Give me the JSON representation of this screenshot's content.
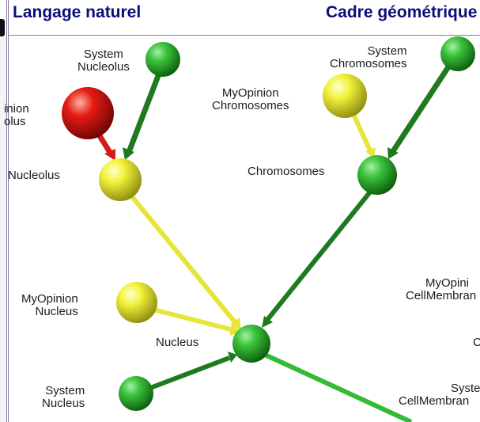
{
  "header": {
    "left_title": "Langage naturel",
    "right_title": "Cadre géométrique"
  },
  "colors": {
    "node_green": "#1faa1f",
    "node_yellow": "#f0f020",
    "node_red": "#e01010",
    "arrow_dark_green": "#1f7a1f",
    "arrow_light_green": "#33bb33",
    "arrow_yellow": "#e6e63a",
    "arrow_red": "#d41a1a",
    "title_blue": "#0d0d7a"
  },
  "labels": {
    "system_nucleolus": [
      "System",
      "Nucleolus"
    ],
    "opinion_nucleolus_partial": [
      "inion",
      "olus"
    ],
    "nucleolus": "Nucleolus",
    "myopinion_nucleus": [
      "MyOpinion",
      "Nucleus"
    ],
    "nucleus": "Nucleus",
    "system_nucleus": [
      "System",
      "Nucleus"
    ],
    "system_chromosomes": [
      "System",
      "Chromosomes"
    ],
    "myopinion_chromosomes": [
      "MyOpinion",
      "Chromosomes"
    ],
    "chromosomes": "Chromosomes",
    "myopinion_cellmembrane_partial": [
      "MyOpini",
      "CellMembran"
    ],
    "cell_partial": "C",
    "system_cellmembrane_partial": [
      "Syste",
      "CellMembran"
    ]
  }
}
